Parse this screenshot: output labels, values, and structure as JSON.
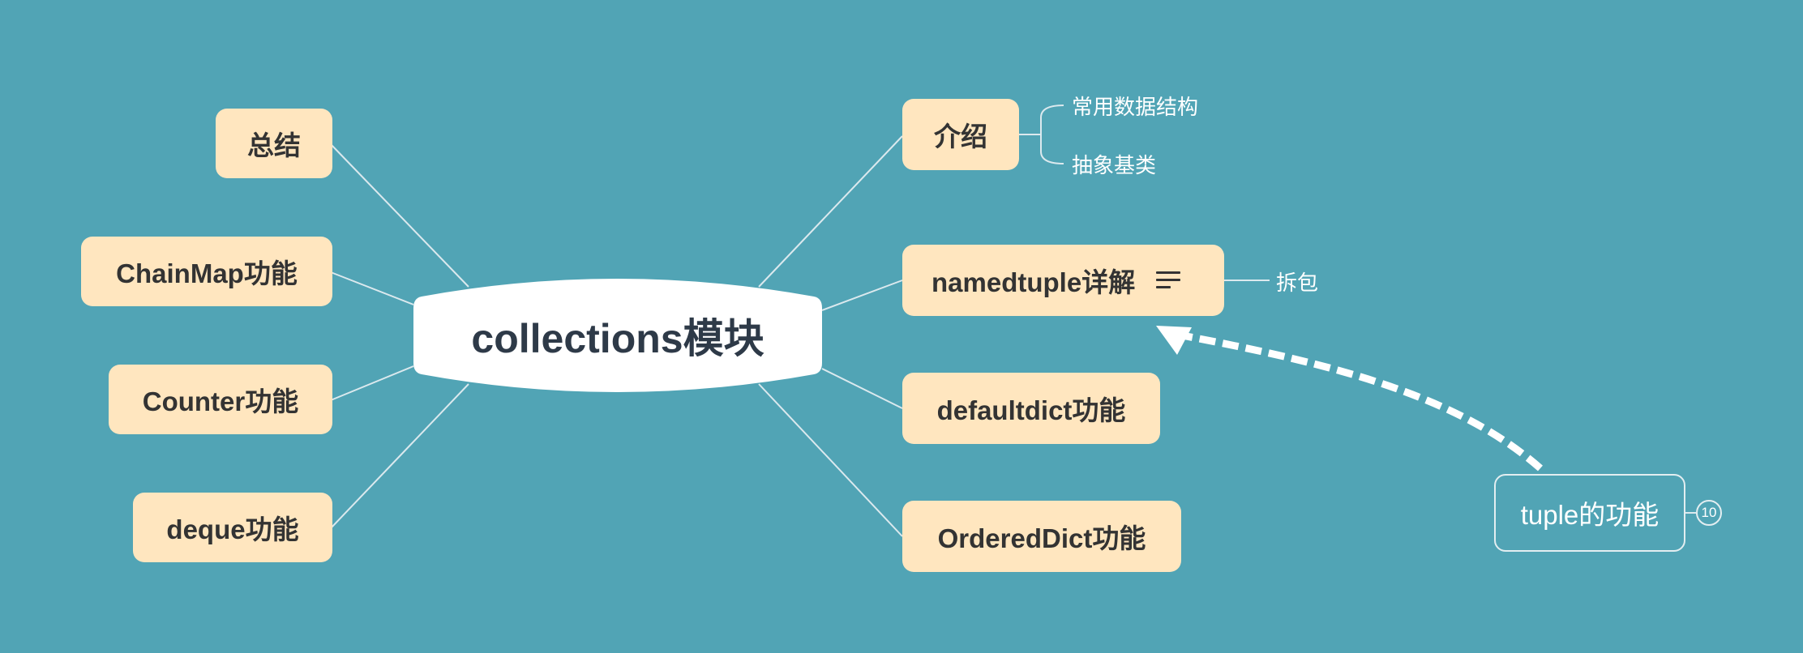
{
  "mindmap": {
    "background_color": "#51a4b5",
    "node_fill_color": "#ffe6bf",
    "central_topic": {
      "label": "collections模块"
    },
    "left_branches": [
      {
        "label": "总结"
      },
      {
        "label": "ChainMap功能"
      },
      {
        "label": "Counter功能"
      },
      {
        "label": "deque功能"
      }
    ],
    "right_branches": [
      {
        "label": "介绍",
        "subtopics": [
          {
            "label": "常用数据结构"
          },
          {
            "label": "抽象基类"
          }
        ]
      },
      {
        "label": "namedtuple详解",
        "icon": "notes-icon",
        "subtopics": [
          {
            "label": "拆包"
          }
        ]
      },
      {
        "label": "defaultdict功能"
      },
      {
        "label": "OrderedDict功能"
      }
    ],
    "floating_topic": {
      "label": "tuple的功能",
      "collapsed_count": "10",
      "relationship_arrow_target": "namedtuple详解"
    }
  }
}
